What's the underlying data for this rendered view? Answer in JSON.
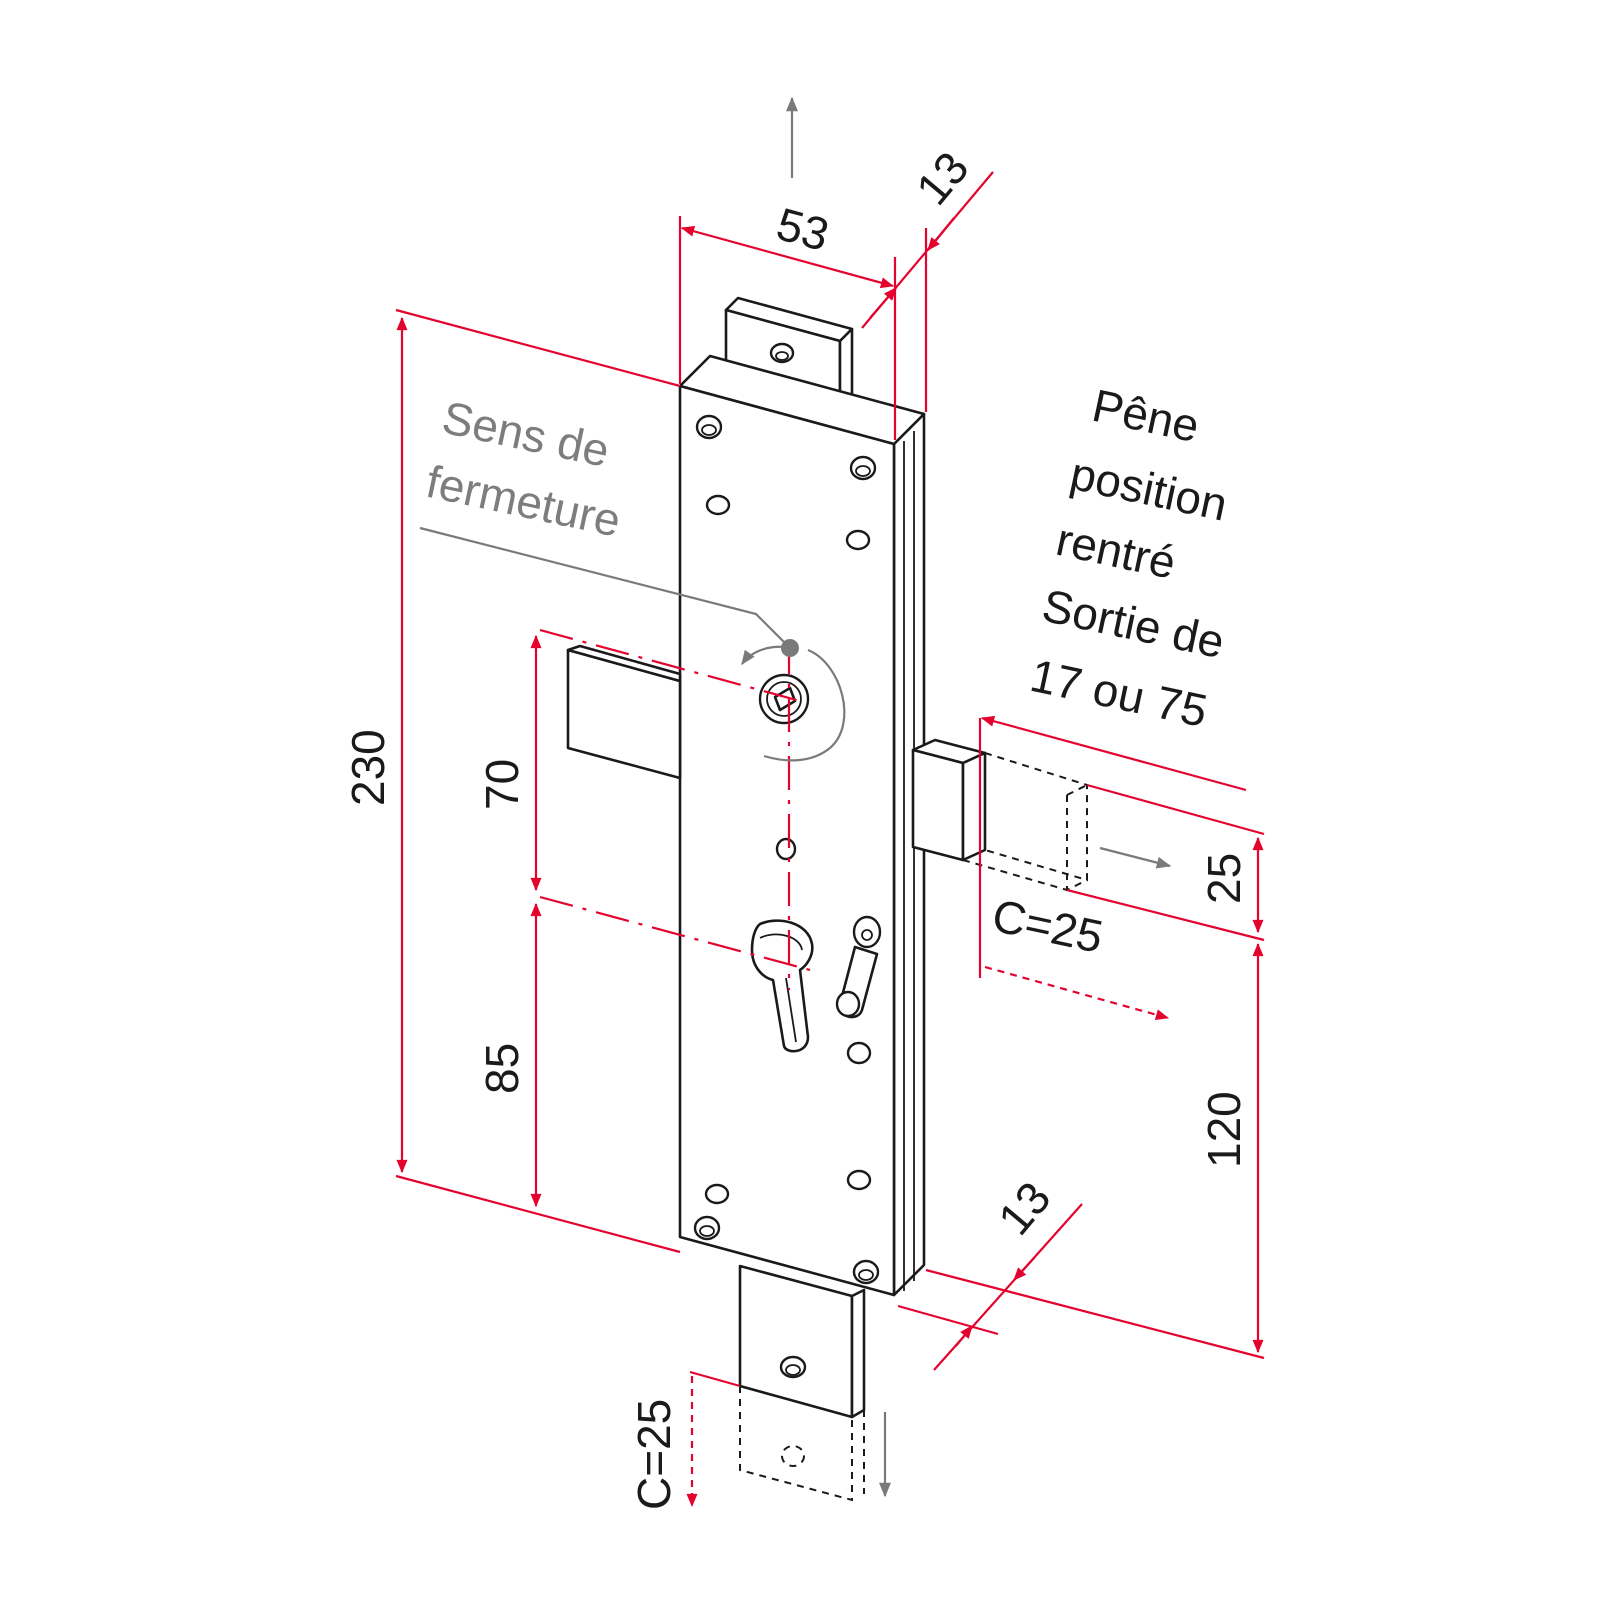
{
  "dimensions": {
    "width_53": "53",
    "depth_13_top": "13",
    "height_230": "230",
    "handle_70": "70",
    "cylinder_85": "85",
    "bolt_25": "25",
    "bolt_120": "120",
    "depth_13_bottom": "13",
    "throw_side": "C=25",
    "throw_bottom": "C=25"
  },
  "notes": {
    "closing_direction": [
      "Sens de",
      "fermeture"
    ],
    "bolt_position": [
      "Pêne",
      "position",
      "rentré",
      "Sortie de",
      "17 ou 75"
    ]
  },
  "colors": {
    "dimension": "#e4032e",
    "outline": "#1a1a1a",
    "annotation": "#7d7d7d"
  }
}
